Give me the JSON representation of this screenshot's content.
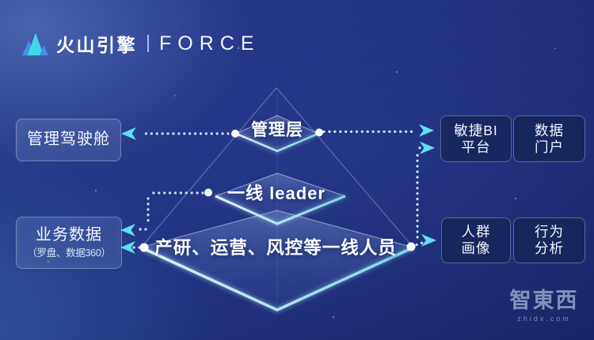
{
  "logo": {
    "brand": "火山引擎",
    "product": "FORCE"
  },
  "pyramid": {
    "levels": {
      "top": "管理层",
      "middle": "一线 leader",
      "bottom": "产研、运营、风控等一线人员"
    }
  },
  "left_cards": {
    "cockpit": {
      "title": "管理驾驶舱"
    },
    "business_data": {
      "title": "业务数据",
      "subtitle": "（罗盘、数据360）"
    }
  },
  "right_cards": {
    "agile_bi": {
      "line1": "敏捷BI",
      "line2": "平台"
    },
    "data_portal": {
      "line1": "数据",
      "line2": "门户"
    },
    "audience_profile": {
      "line1": "人群",
      "line2": "画像"
    },
    "behavior_analysis": {
      "line1": "行为",
      "line2": "分析"
    }
  },
  "watermark": {
    "name": "智東西",
    "domain": "zhidx.com"
  },
  "colors": {
    "background": "#1e2b74",
    "accent_cyan": "#5ee0f2",
    "dotted_line": "#c9eef8",
    "edge_cyan": "#8fe3f2",
    "logo_cyan": "#3fd8e8",
    "logo_blue": "#4a8de8",
    "card_dark_fill": "#18265c",
    "text": "#ffffff"
  },
  "icons": {
    "logo": "mountain-peaks-icon",
    "connector_left": "arrow-left-icon",
    "connector_right": "arrow-right-icon"
  }
}
